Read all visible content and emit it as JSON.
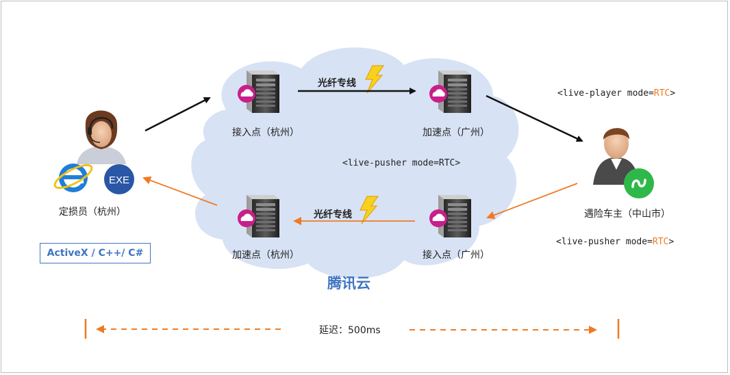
{
  "cloud": {
    "label": "腾讯云"
  },
  "nodes": {
    "access_hz": "接入点（杭州）",
    "accel_gz": "加速点（广州）",
    "accel_hz": "加速点（杭州）",
    "access_gz": "接入点（广州）"
  },
  "links": {
    "fiber_top": "光纤专线",
    "fiber_bottom": "光纤专线"
  },
  "left_user": {
    "label": "定损员（杭州）",
    "exe_badge": "EXE",
    "sdk": "ActiveX / C++/ C#"
  },
  "right_user": {
    "label": "遇险车主（中山市）"
  },
  "code": {
    "player_prefix": "<live-player mode=",
    "player_mode": "RTC",
    "player_suffix": ">",
    "pusher_center": "<live-pusher mode=RTC>",
    "pusher_prefix": "<live-pusher mode=",
    "pusher_mode": "RTC",
    "pusher_suffix": ">"
  },
  "latency": "延迟：500ms",
  "colors": {
    "cloud": "#d7e2f4",
    "orange": "#f07a22",
    "blue": "#3f74c2",
    "magenta": "#c81f8a",
    "wechat_green": "#2fb84a"
  },
  "icons": [
    "server-icon",
    "cloud-badge-icon",
    "lightning-icon",
    "agent-headset-icon",
    "ie-browser-icon",
    "exe-badge-icon",
    "driver-avatar-icon",
    "mini-program-icon"
  ]
}
